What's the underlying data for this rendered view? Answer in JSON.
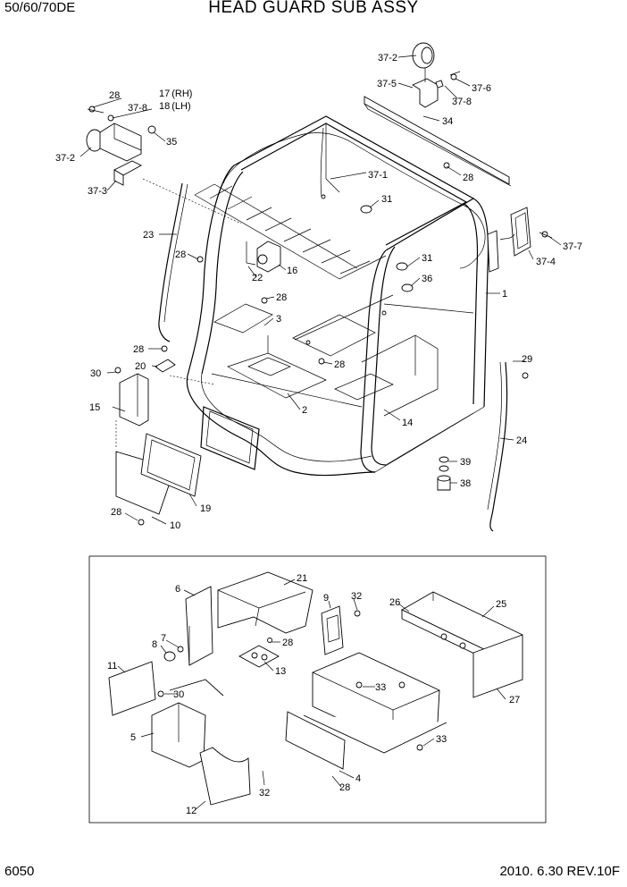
{
  "header": {
    "model": "50/60/70DE",
    "title": "HEAD GUARD SUB ASSY"
  },
  "footer": {
    "page_number": "6050",
    "revision": "2010. 6.30  REV.10F"
  },
  "callouts": {
    "c37_2_top": "37-2",
    "c37_5": "37-5",
    "c37_6": "37-6",
    "c37_8_top": "37-8",
    "c34": "34",
    "c37_1": "37-1",
    "c28_a": "28",
    "c28_b": "28",
    "c37_8_left": "37-8",
    "c17": "17",
    "c17_side": "(RH)",
    "c18": "18",
    "c18_side": "(LH)",
    "c37_2_left": "37-2",
    "c35": "35",
    "c37_3": "37-3",
    "c31_a": "31",
    "c37_7": "37-7",
    "c37_4": "37-4",
    "c23": "23",
    "c28_c": "28",
    "c22": "22",
    "c16": "16",
    "c31_b": "31",
    "c36": "36",
    "c28_d": "28",
    "c3": "3",
    "c1": "1",
    "c28_e": "28",
    "c30_a": "30",
    "c20": "20",
    "c28_f": "28",
    "c29": "29",
    "c15": "15",
    "c2": "2",
    "c14": "14",
    "c24": "24",
    "c39": "39",
    "c38": "38",
    "c28_g": "28",
    "c19": "19",
    "c10": "10",
    "c6": "6",
    "c21": "21",
    "c9": "9",
    "c32_a": "32",
    "c26": "26",
    "c25": "25",
    "c7": "7",
    "c8": "8",
    "c28_h": "28",
    "c13": "13",
    "c11": "11",
    "c30_b": "30",
    "c33_a": "33",
    "c27": "27",
    "c5": "5",
    "c33_b": "33",
    "c32_b": "32",
    "c4": "4",
    "c28_i": "28",
    "c12": "12"
  }
}
